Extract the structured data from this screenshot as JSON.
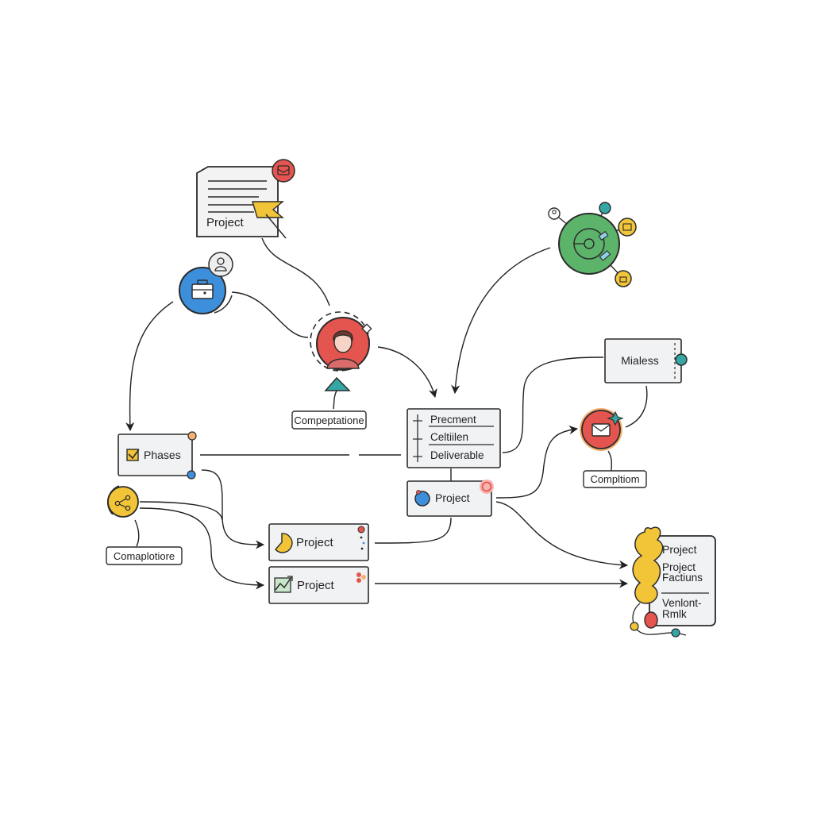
{
  "nodes": {
    "doc_project": {
      "label": "Project"
    },
    "phases": {
      "label": "Phases"
    },
    "center_box": {
      "lines": [
        "Precment",
        "Celtiilen",
        "Deliverable"
      ]
    },
    "milestones": {
      "label": "Mialess"
    },
    "center_project": {
      "label": "Project"
    },
    "project_a": {
      "label": "Project"
    },
    "project_b": {
      "label": "Project"
    },
    "right_card": {
      "lines": [
        "Project",
        "Project",
        "Factiuns",
        "Venlont-",
        "Rmlk"
      ]
    }
  },
  "tags": {
    "comp_center": "Compeptatione",
    "comp_left": "Comaplotiore",
    "comp_right": "Compltiom"
  },
  "icons": {
    "blue_circle": "briefcase-icon",
    "red_circle": "person-avatar-icon",
    "green_hub": "network-target-icon",
    "yellow_circle": "share-nodes-icon",
    "red_mail": "envelope-icon"
  },
  "colors": {
    "blue": "#3d8fdc",
    "red": "#e4554f",
    "green": "#5cb46a",
    "yellow": "#f2c437",
    "teal": "#34a7a4",
    "ink": "#2b2b2b"
  }
}
